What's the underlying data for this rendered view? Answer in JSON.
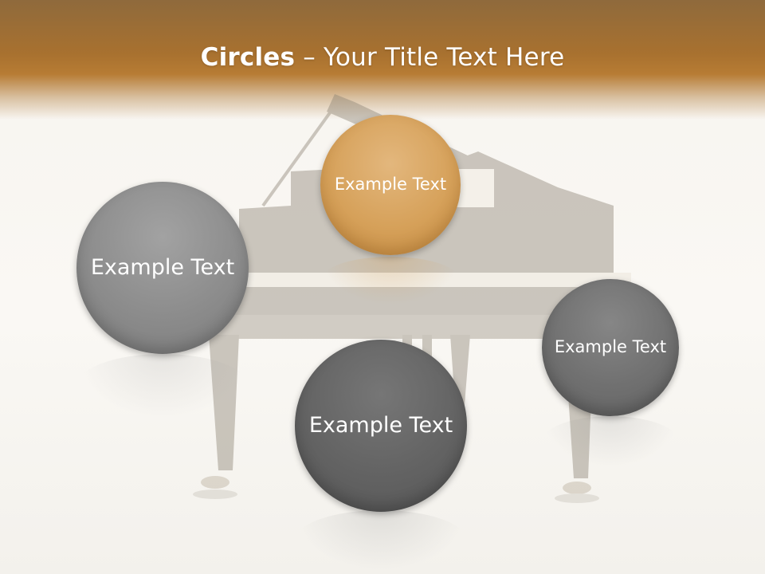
{
  "slide": {
    "title_bold": "Circles",
    "title_rest": " – Your Title Text Here",
    "colors": {
      "header_brown": "#a8712f",
      "circle_gold": "#d6a15a",
      "circle_gray_light": "#8c8c8c",
      "circle_gray_dark": "#636363",
      "circle_gray_medium": "#707070"
    },
    "circles": [
      {
        "label": "Example Text",
        "color": "gold"
      },
      {
        "label": "Example Text",
        "color": "gray-light"
      },
      {
        "label": "Example Text",
        "color": "gray-dark"
      },
      {
        "label": "Example Text",
        "color": "gray-medium"
      }
    ]
  }
}
